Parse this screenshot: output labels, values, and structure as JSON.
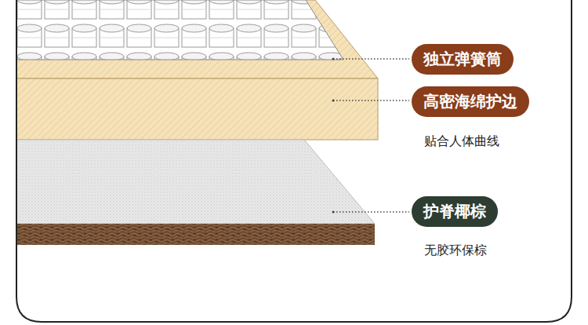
{
  "diagram": {
    "nodes": [
      {
        "text": [
          "独立弹簧筒"
        ]
      },
      {
        "text": [
          "高密海绵护边"
        ]
      },
      {
        "text": [
          "护脊椰棕"
        ]
      }
    ],
    "labels": [
      "贴合人体曲线",
      "无胶环保棕"
    ]
  }
}
